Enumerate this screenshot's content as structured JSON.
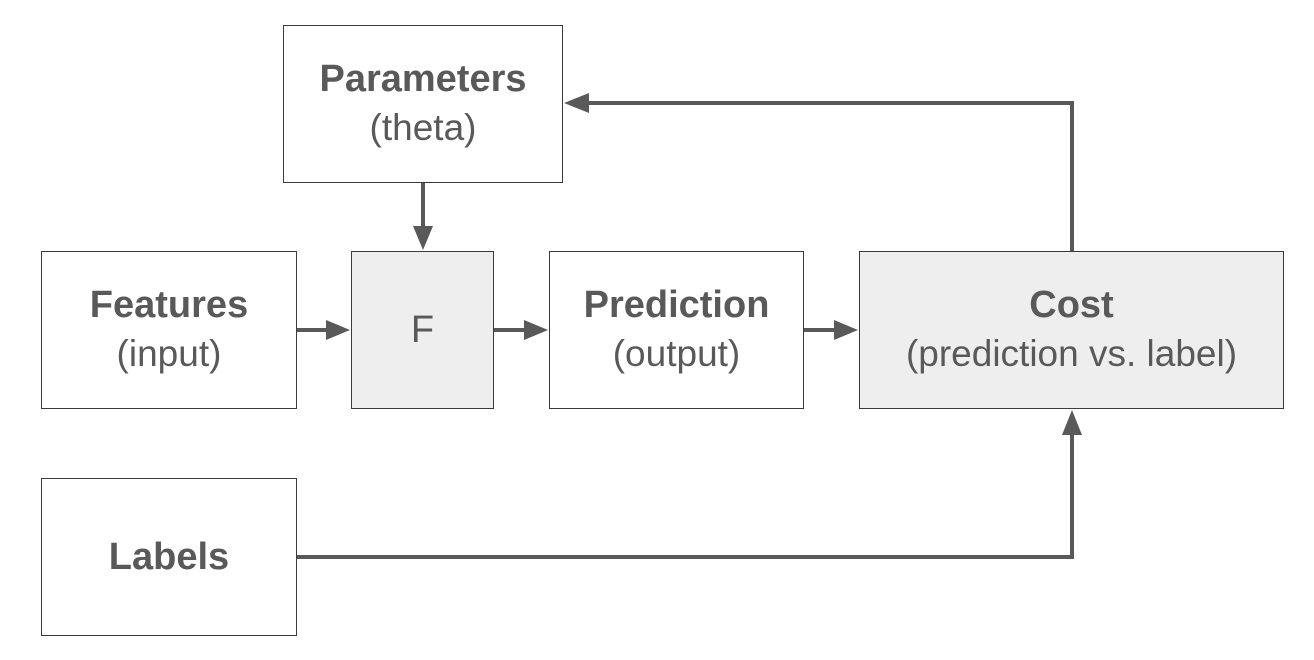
{
  "diagram": {
    "nodes": {
      "parameters": {
        "title": "Parameters",
        "subtitle": "(theta)"
      },
      "features": {
        "title": "Features",
        "subtitle": "(input)"
      },
      "f": {
        "label": "F"
      },
      "prediction": {
        "title": "Prediction",
        "subtitle": "(output)"
      },
      "cost": {
        "title": "Cost",
        "subtitle": "(prediction vs. label)"
      },
      "labels": {
        "title": "Labels"
      }
    },
    "edges": [
      {
        "from": "parameters",
        "to": "f"
      },
      {
        "from": "features",
        "to": "f"
      },
      {
        "from": "f",
        "to": "prediction"
      },
      {
        "from": "prediction",
        "to": "cost"
      },
      {
        "from": "labels",
        "to": "cost"
      },
      {
        "from": "cost",
        "to": "parameters"
      }
    ],
    "colors": {
      "stroke": "#3a3a3a",
      "arrow": "#595959",
      "text": "#595959",
      "shaded_fill": "#eeeeee",
      "plain_fill": "#ffffff"
    }
  }
}
